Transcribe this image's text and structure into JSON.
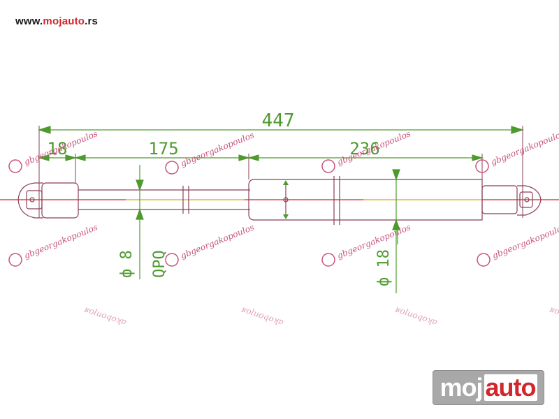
{
  "site": {
    "url_prefix": "www.",
    "url_brand": "mojauto",
    "url_suffix": ".rs"
  },
  "dimensions": {
    "total_length": "447",
    "end_length": "18",
    "rod_length": "175",
    "body_length": "236",
    "rod_diameter": "ф 8",
    "body_diameter": "ф 18",
    "thread": "QPQ"
  },
  "watermark": {
    "text": "gbgeorgakopoulos",
    "faint_text": "ʁoluoqoʞɐ"
  },
  "logo": {
    "part_a": "moj",
    "part_b": "auto"
  },
  "colors": {
    "dimension": "#4f9a2f",
    "outline": "#8a3f5a",
    "axis": "#cc2a2a",
    "watermark": "#c8527e",
    "brand_red": "#d0262c"
  }
}
